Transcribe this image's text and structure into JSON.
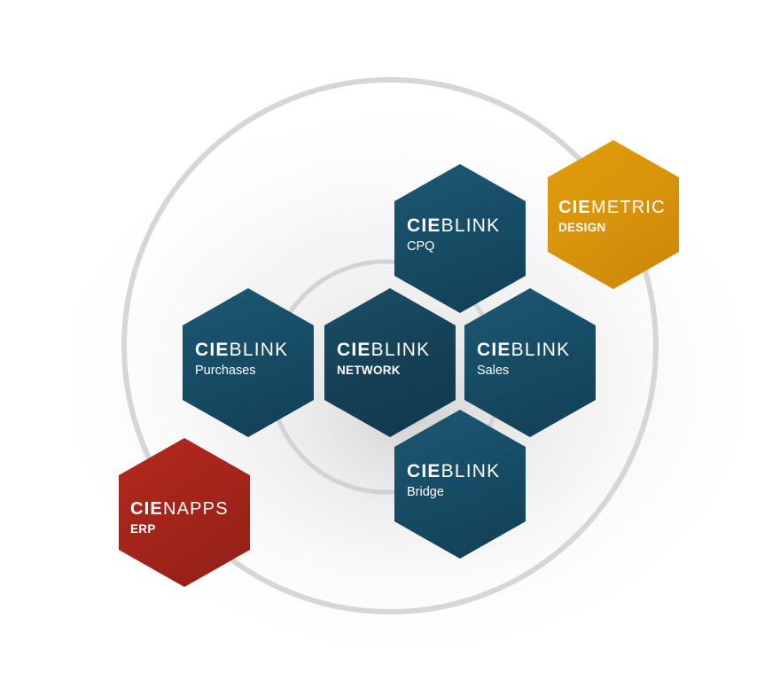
{
  "modules": [
    {
      "id": "cpq",
      "prefix": "CIE",
      "suffix": "BLINK",
      "subtitle": "CPQ",
      "color": "#164a63"
    },
    {
      "id": "design",
      "prefix": "CIE",
      "suffix": "METRIC",
      "subtitle": "DESIGN",
      "color": "#d8940b"
    },
    {
      "id": "purchases",
      "prefix": "CIE",
      "suffix": "BLINK",
      "subtitle": "Purchases",
      "color": "#164a63"
    },
    {
      "id": "network",
      "prefix": "CIE",
      "suffix": "BLINK",
      "subtitle": "NETWORK",
      "color": "#153f55"
    },
    {
      "id": "sales",
      "prefix": "CIE",
      "suffix": "BLINK",
      "subtitle": "Sales",
      "color": "#164a63"
    },
    {
      "id": "bridge",
      "prefix": "CIE",
      "suffix": "BLINK",
      "subtitle": "Bridge",
      "color": "#164a63"
    },
    {
      "id": "erp",
      "prefix": "CIE",
      "suffix": "NAPPS",
      "subtitle": "ERP",
      "color": "#a3241a"
    }
  ]
}
